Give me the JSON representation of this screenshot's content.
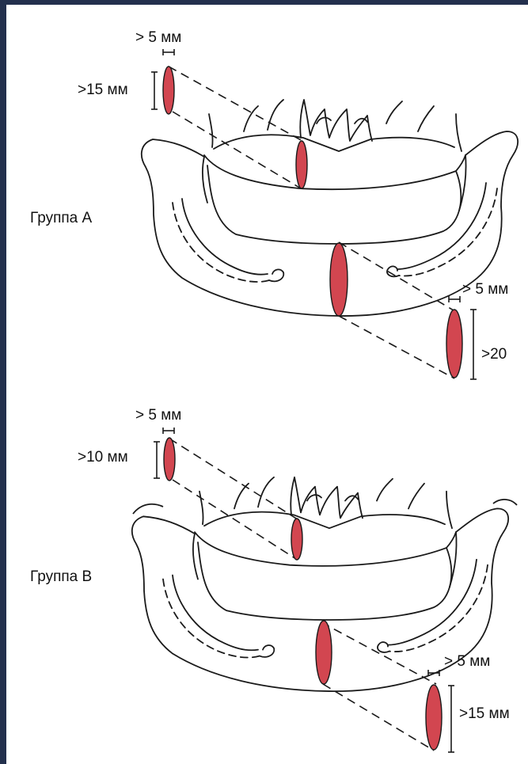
{
  "colors": {
    "background_border": "#23304d",
    "cut_fill": "#d24650",
    "line": "#1a1a1a"
  },
  "group_a": {
    "label": "Группа А",
    "top_width": "> 5 мм",
    "top_height": ">15 мм",
    "bottom_width": "> 5 мм",
    "bottom_height": ">20"
  },
  "group_b": {
    "label": "Группа В",
    "top_width": "> 5 мм",
    "top_height": ">10 мм",
    "bottom_width": "> 5 мм",
    "bottom_height": ">15 мм"
  }
}
